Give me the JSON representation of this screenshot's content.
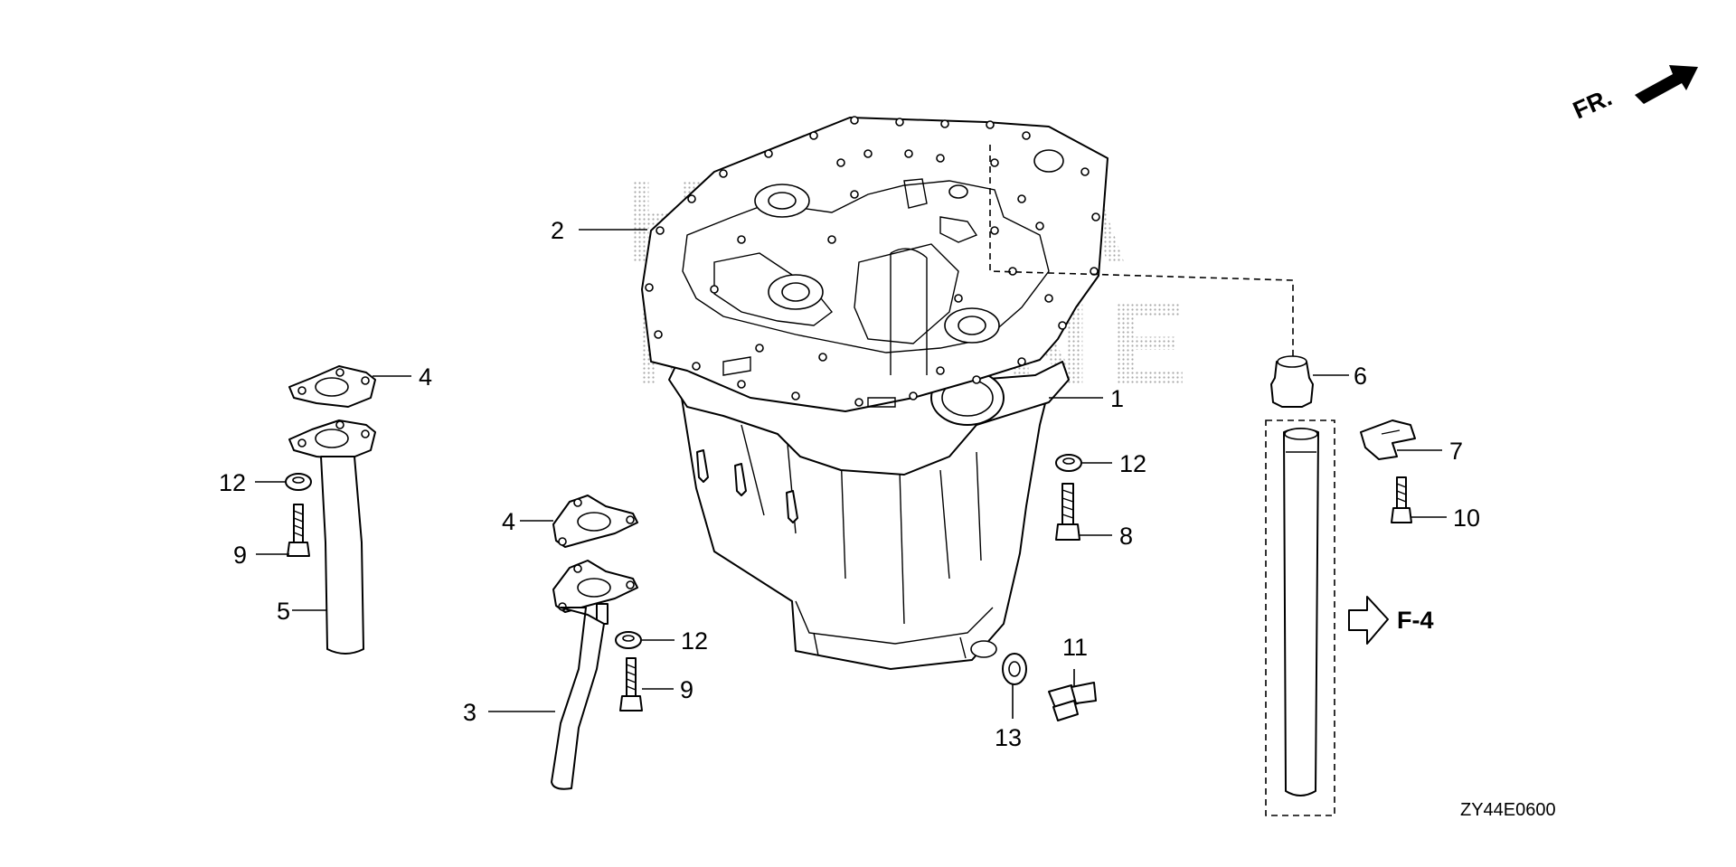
{
  "diagram": {
    "callouts": [
      {
        "id": "c1",
        "label": "1"
      },
      {
        "id": "c2",
        "label": "2"
      },
      {
        "id": "c3",
        "label": "3"
      },
      {
        "id": "c4a",
        "label": "4"
      },
      {
        "id": "c4b",
        "label": "4"
      },
      {
        "id": "c5",
        "label": "5"
      },
      {
        "id": "c6",
        "label": "6"
      },
      {
        "id": "c7",
        "label": "7"
      },
      {
        "id": "c8",
        "label": "8"
      },
      {
        "id": "c9a",
        "label": "9"
      },
      {
        "id": "c9b",
        "label": "9"
      },
      {
        "id": "c10",
        "label": "10"
      },
      {
        "id": "c11",
        "label": "11"
      },
      {
        "id": "c12a",
        "label": "12"
      },
      {
        "id": "c12b",
        "label": "12"
      },
      {
        "id": "c12c",
        "label": "12"
      },
      {
        "id": "c13",
        "label": "13"
      }
    ],
    "direction_label": "FR.",
    "reference_label": "F-4",
    "drawing_code": "ZY44E0600",
    "watermark": [
      "HONDA",
      "MARINE"
    ],
    "colors": {
      "ink": "#000000",
      "background": "#ffffff",
      "watermark": "#888888"
    }
  }
}
